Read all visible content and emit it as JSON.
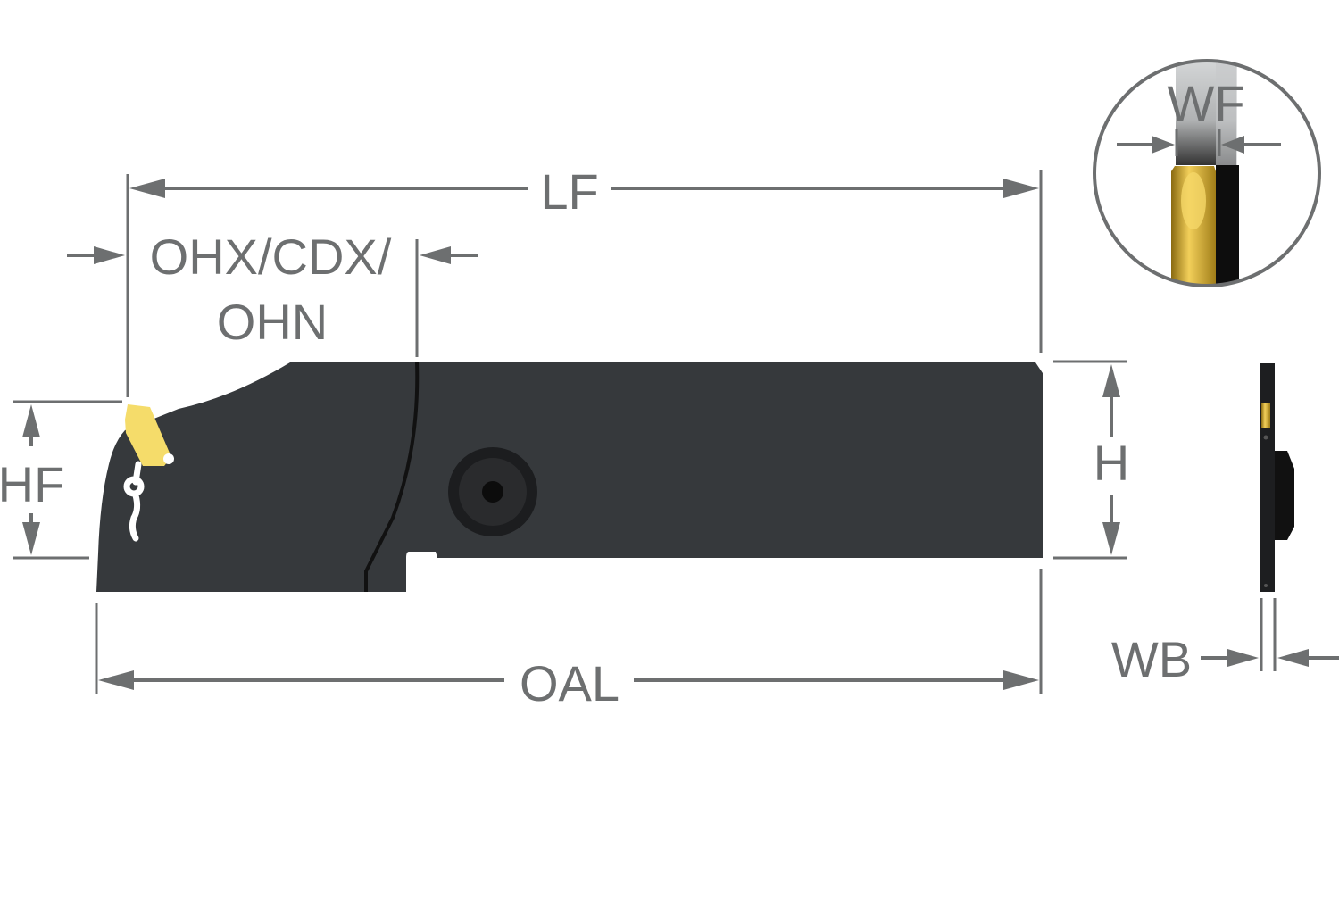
{
  "labels": {
    "lf": "LF",
    "ohx_line1": "OHX/CDX/",
    "ohx_line2": "OHN",
    "hf": "HF",
    "h": "H",
    "oal": "OAL",
    "wb": "WB",
    "wf": "WF"
  },
  "colors": {
    "dimension": "#6d6f70",
    "tool_body": "#36393c",
    "insert": "#f5dc6a"
  }
}
